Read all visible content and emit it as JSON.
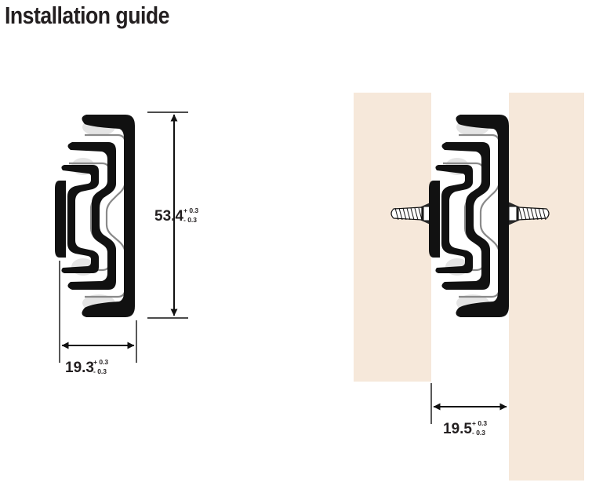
{
  "title": "Installation guide",
  "dimensions": {
    "height": {
      "value": "53.4",
      "tol_plus": "+ 0.3",
      "tol_minus": "- 0.3"
    },
    "width": {
      "value": "19.3",
      "tol_plus": "+ 0.3",
      "tol_minus": "- 0.3"
    },
    "gap": {
      "value": "19.5",
      "tol_plus": "+ 0.3",
      "tol_minus": "- 0.3"
    }
  },
  "colors": {
    "panel": "#f6e8da",
    "rail": "#111111",
    "inner": "#8a8a8a",
    "ball": "#e4e4e4",
    "text": "#231f20"
  }
}
